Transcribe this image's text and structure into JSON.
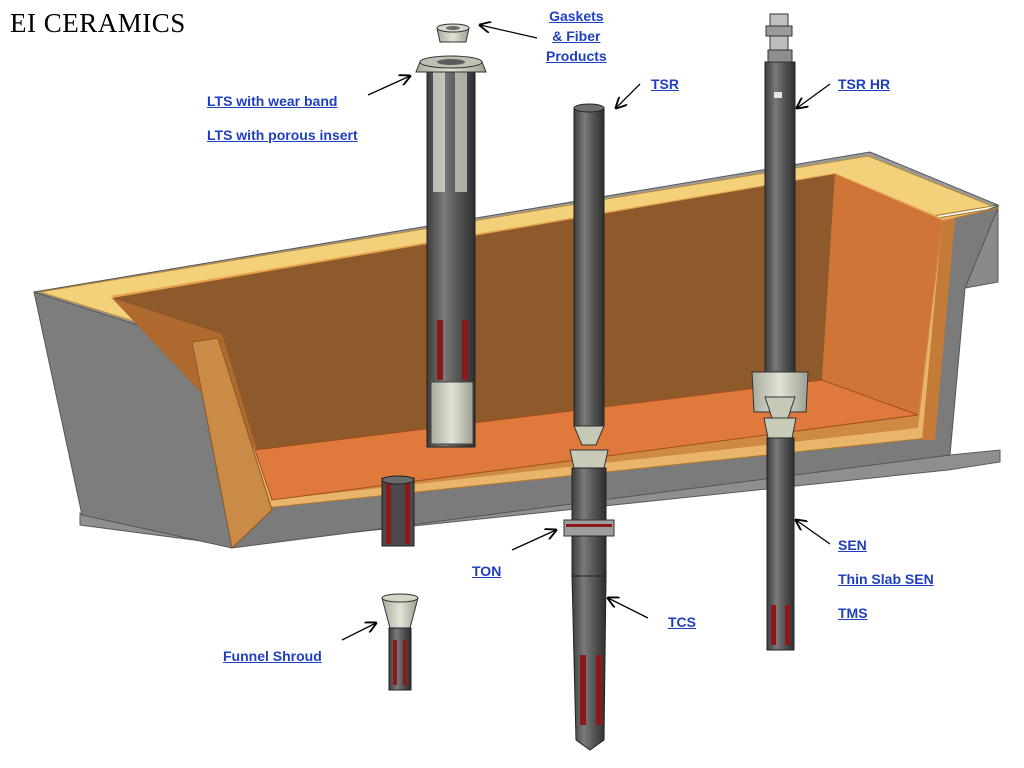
{
  "title": "EI CERAMICS",
  "colors": {
    "link": "#1f3fbf",
    "tundish_outer": "#858585",
    "tundish_lining": "#d88a3e",
    "tundish_inner": "#8f5a2a",
    "tundish_floor": "#d9763a",
    "refractory_body": "#5e5e5e",
    "insert_red": "#8a1a1a"
  },
  "labels": {
    "gaskets_line1": "Gaskets",
    "gaskets_line2": "& Fiber",
    "gaskets_line3": "Products",
    "tsr": "TSR",
    "tsr_hr": "TSR HR",
    "lts_wear_band": "LTS with wear band",
    "lts_porous_insert": "LTS with porous insert",
    "sen": "SEN",
    "thin_slab_sen": "Thin Slab SEN",
    "tms": "TMS",
    "ton": "TON",
    "tcs": "TCS",
    "funnel_shroud": "Funnel Shroud"
  }
}
